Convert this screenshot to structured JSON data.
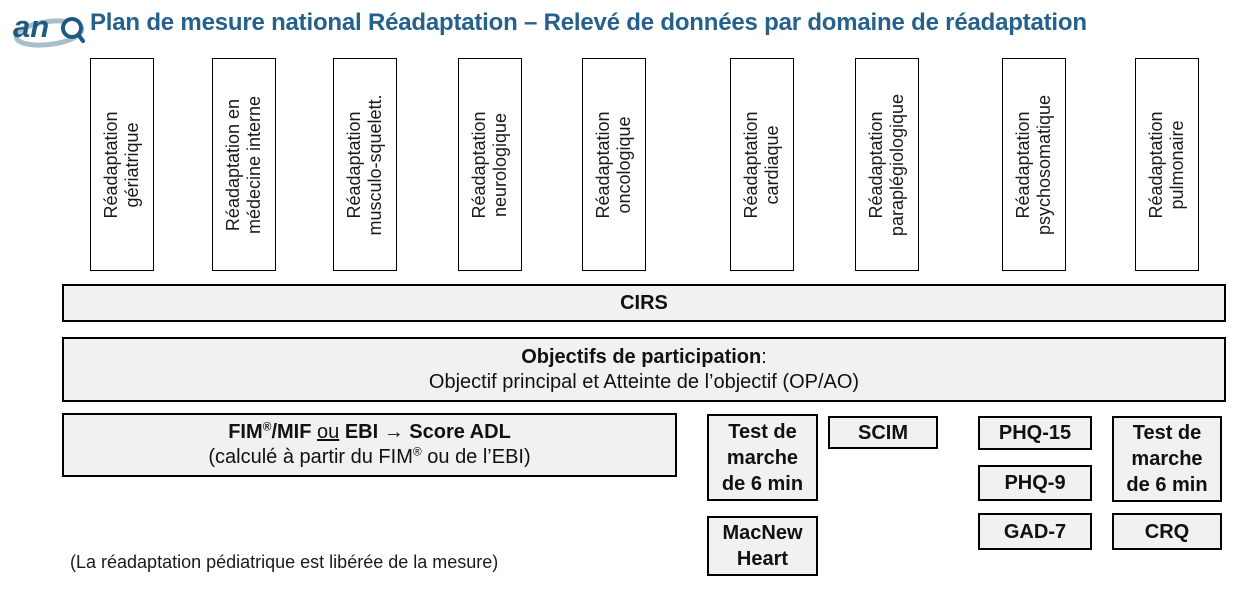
{
  "colors": {
    "title_blue": "#26618c",
    "logo_blue": "#1d5a80",
    "logo_swoosh": "#a7bfcd",
    "box_fill": "#f1f1f0",
    "border": "#000000"
  },
  "header": {
    "logo_letters": "an",
    "title": "Plan de mesure national Réadaptation – Relevé de données par domaine de réadaptation"
  },
  "domains": [
    {
      "label": "Réadaptation\ngériatrique"
    },
    {
      "label": "Réadaptation en\nmédecine interne"
    },
    {
      "label": "Réadaptation\nmusculo-squelett."
    },
    {
      "label": "Réadaptation\nneurologique"
    },
    {
      "label": "Réadaptation\noncologique"
    },
    {
      "label": "Réadaptation\ncardiaque"
    },
    {
      "label": "Réadaptation\nparaplégiologique"
    },
    {
      "label": "Réadaptation\npsychosomatique"
    },
    {
      "label": "Réadaptation\npulmonaire"
    }
  ],
  "measures": {
    "cirs": "CIRS",
    "objectifs": {
      "title": "Objectifs de participation",
      "colon": ":",
      "subtitle": "Objectif principal et Atteinte de l’objectif (OP/AO)"
    },
    "fim": {
      "part_fim": "FIM",
      "reg1": "®",
      "part_mif": "/MIF ",
      "ou": "ou",
      "part_ebi": " EBI ",
      "arrow": "→ ",
      "part_score": "Score ADL",
      "sub_a": "(calculé à partir du FIM",
      "reg2": "®",
      "sub_b": " ou de l’EBI)"
    },
    "test_marche_cardiaque": "Test de\nmarche\nde 6 min",
    "scim": "SCIM",
    "phq15": "PHQ-15",
    "phq9": "PHQ-9",
    "gad7": "GAD-7",
    "test_marche_pulmonaire": "Test de\nmarche\nde 6 min",
    "crq": "CRQ",
    "macnew": "MacNew\nHeart"
  },
  "footnote": "(La réadaptation pédiatrique est libérée de la mesure)"
}
